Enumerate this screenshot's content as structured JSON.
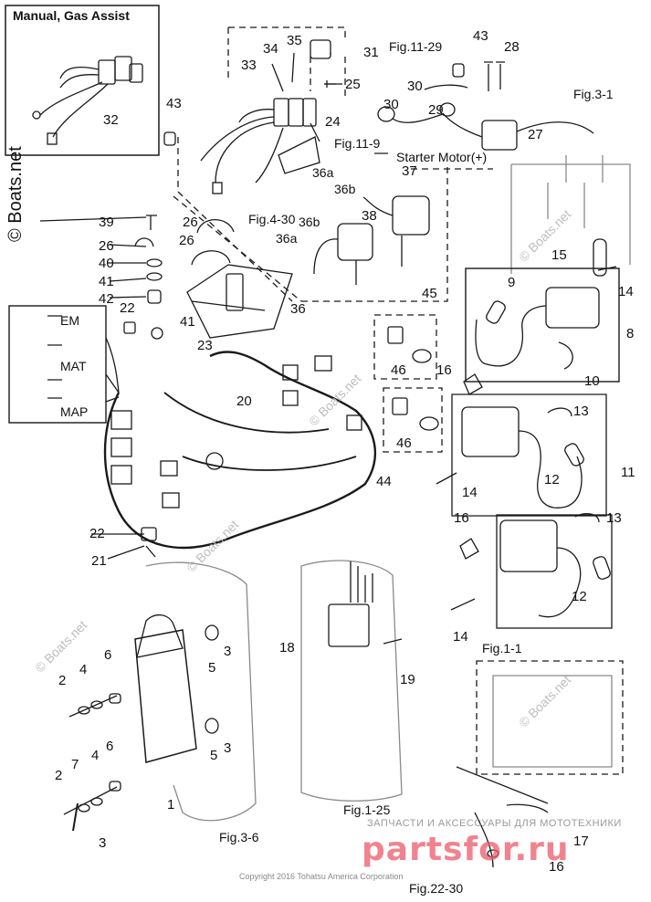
{
  "inset_title": "Manual, Gas Assist",
  "sensors": [
    "EM",
    "MAT",
    "MAP"
  ],
  "refs": {
    "fig11_29": "Fig.11-29",
    "fig3_1": "Fig.3-1",
    "fig11_9": "Fig.11-9",
    "starter": "Starter Motor(+)",
    "fig4_30": "Fig.4-30",
    "fig1_1": "Fig.1-1",
    "fig1_25": "Fig.1-25",
    "fig3_6": "Fig.3-6",
    "fig22_30": "Fig.22-30"
  },
  "part_numbers": [
    "1",
    "2",
    "3",
    "4",
    "5",
    "6",
    "7",
    "8",
    "9",
    "10",
    "11",
    "12",
    "13",
    "14",
    "15",
    "16",
    "17",
    "18",
    "19",
    "20",
    "21",
    "22",
    "23",
    "24",
    "25",
    "26",
    "27",
    "28",
    "29",
    "30",
    "31",
    "32",
    "33",
    "34",
    "35",
    "36",
    "36a",
    "36b",
    "37",
    "38",
    "39",
    "40",
    "41",
    "42",
    "43",
    "44",
    "45",
    "46"
  ],
  "watermarks": {
    "vertical": "© Boats.net",
    "faint": "© Boats.net",
    "brand": "partsfor.ru",
    "brand_tagline": "ЗАПЧАСТИ И АКСЕССУАРЫ ДЛЯ МОТОТЕХНИКИ",
    "copyright": "Copyright 2016 Tohatsu America Corporation"
  },
  "colors": {
    "line": "#1a1a1a",
    "frame": "#2a2a2a",
    "background": "#ffffff"
  }
}
